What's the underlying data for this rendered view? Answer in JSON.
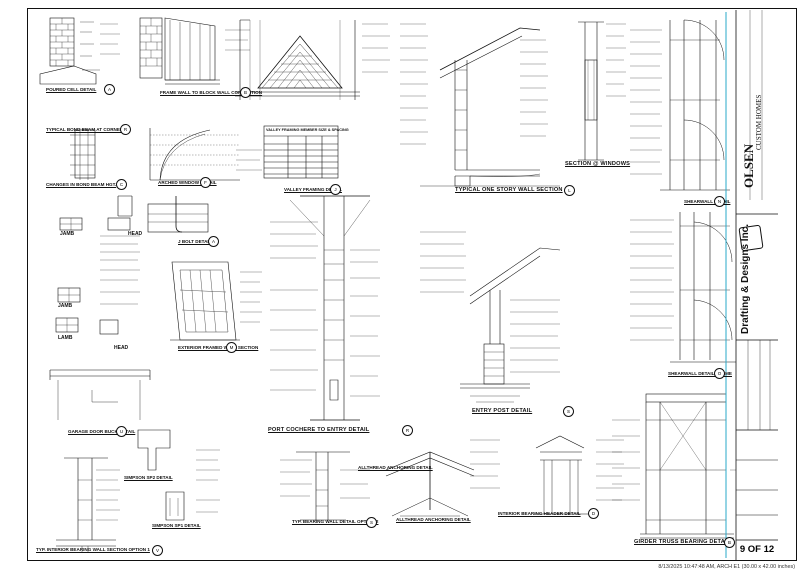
{
  "details": [
    {
      "label": "POURED CELL DETAIL",
      "tag": "A"
    },
    {
      "label": "FRAME WALL TO BLOCK WALL CONNECTION",
      "tag": "B"
    },
    {
      "label": "TYPICAL BOND BEAM AT CORNERS",
      "tag": "R"
    },
    {
      "label": "ARCHED WINDOW DETAIL",
      "tag": "F"
    },
    {
      "label": "CHANGES IN BOND BEAM HGT.",
      "tag": "C"
    },
    {
      "label": "VALLEY FRAMING DETAIL",
      "tag": "J"
    },
    {
      "label": "TYPICAL ONE STORY WALL SECTION",
      "tag": "L"
    },
    {
      "label": "SECTION @ WINDOWS",
      "tag": ""
    },
    {
      "label": "SHEARWALL DETAIL",
      "tag": "N"
    },
    {
      "label": "J BOLT DETAIL",
      "tag": "A"
    },
    {
      "label": "EXTERIOR FRAMED WALL SECTION",
      "tag": "M"
    },
    {
      "label": "SHEARWALL DETAIL FRAME",
      "tag": "O"
    },
    {
      "label": "PORT COCHERE TO ENTRY DETAIL",
      "tag": "R"
    },
    {
      "label": "ENTRY POST DETAIL",
      "tag": "S"
    },
    {
      "label": "GARAGE DOOR BUCK DETAIL",
      "tag": "U"
    },
    {
      "label": "SIMPSON SP2 DETAIL",
      "tag": ""
    },
    {
      "label": "SIMPSON SP1 DETAIL",
      "tag": ""
    },
    {
      "label": "TYP. INTERIOR BEARING WALL SECTION OPTION 1",
      "tag": "V"
    },
    {
      "label": "TYP. BEARING WALL DETAIL OPTION 2",
      "tag": "S"
    },
    {
      "label": "ALLTHREAD ANCHORING DETAIL",
      "tag": ""
    },
    {
      "label": "ALLTHREAD ANCHORING DETAIL",
      "tag": ""
    },
    {
      "label": "INTERIOR BEARING HEADER DETAIL",
      "tag": "D"
    },
    {
      "label": "GIRDER TRUSS BEARING DETAIL",
      "tag": "B"
    }
  ],
  "small_labels": {
    "jamb": "JAMB",
    "head": "HEAD",
    "jamb2": "JAMB",
    "lamb": "LAMB",
    "head2": "HEAD"
  },
  "valley_table": {
    "title": "VALLEY FRAMING MEMBER SIZE & SPACING",
    "rows": 6,
    "cols": 4
  },
  "title_block": {
    "company": "OLSEN",
    "company_sub": "CUSTOM HOMES",
    "drafting": "Drafting & Designs Inc.",
    "sheet": "9 OF 12"
  },
  "footer": "8/13/2025 10:47:48 AM, ARCH E1 (30.00 x 42.00 inches)"
}
